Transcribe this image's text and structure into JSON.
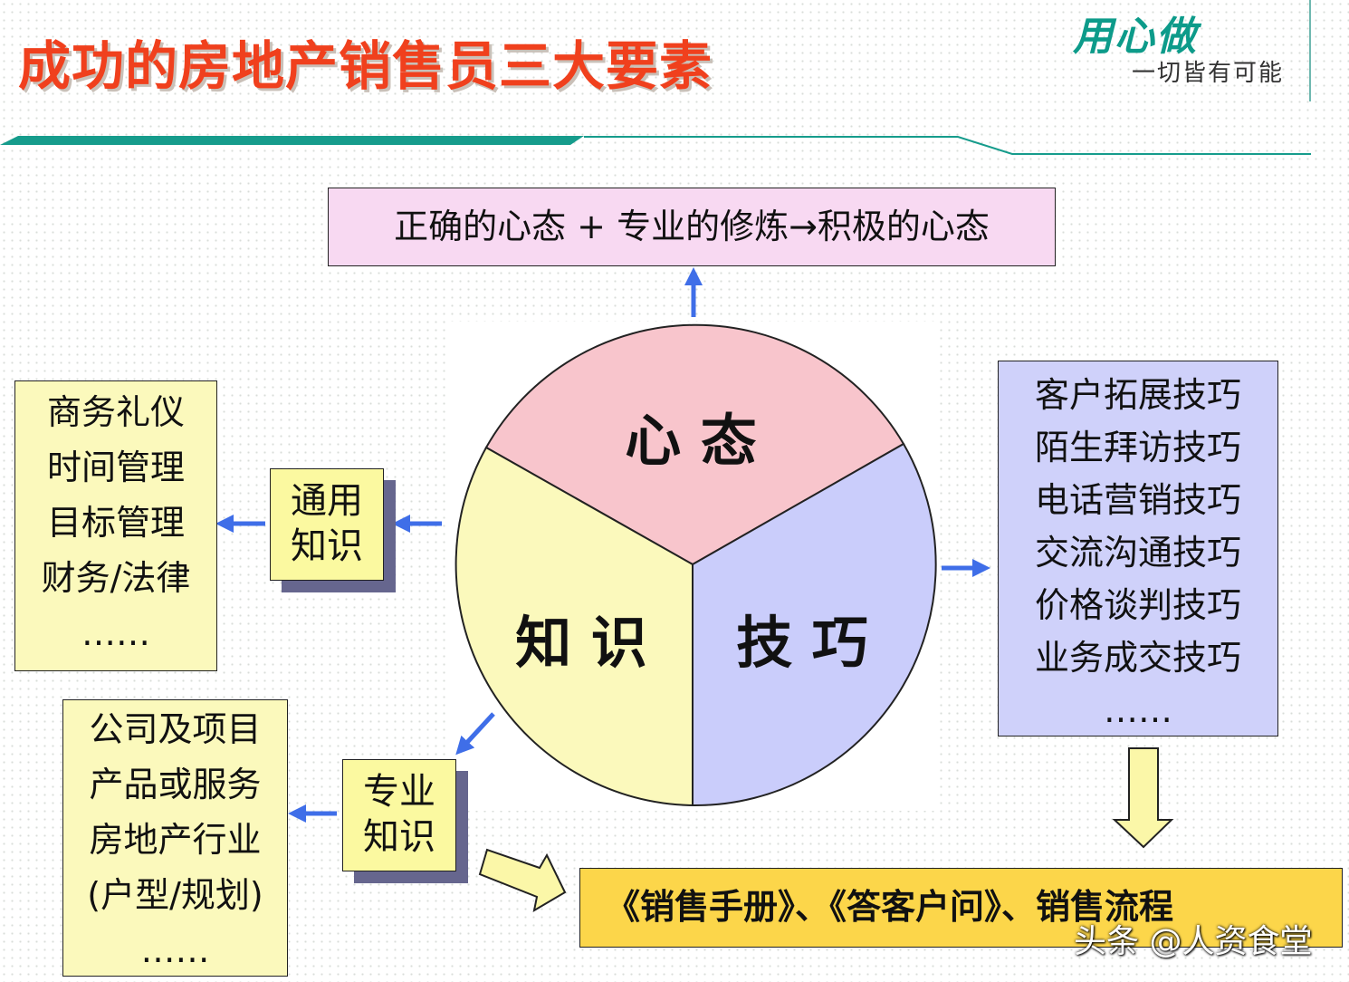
{
  "title": "成功的房地产销售员三大要素",
  "logo": {
    "main": "用心做",
    "sub": "一切皆有可能"
  },
  "top_box": "正确的心态 + 专业的修炼→积极的心态",
  "pie": {
    "segments": [
      {
        "label": "心 态",
        "color": "#f8c5cc"
      },
      {
        "label": "技 巧",
        "color": "#cacdfb"
      },
      {
        "label": "知 识",
        "color": "#fbf9bc"
      }
    ]
  },
  "general_tag": "通用\n知识",
  "professional_tag": "专业\n知识",
  "general_list": "商务礼仪\n时间管理\n目标管理\n财务/法律\n……",
  "professional_list": "公司及项目\n产品或服务\n房地产行业\n(户型/规划)\n……",
  "skills_list": "客户拓展技巧\n陌生拜访技巧\n电话营销技巧\n交流沟通技巧\n价格谈判技巧\n业务成交技巧\n……",
  "bottom_box": "《销售手册》、《答客户问》、销售流程",
  "watermark": "头条 @人资食堂",
  "colors": {
    "title": "#f0401d",
    "header_line": "#169c8c",
    "arrow": "#3f6ee8"
  }
}
